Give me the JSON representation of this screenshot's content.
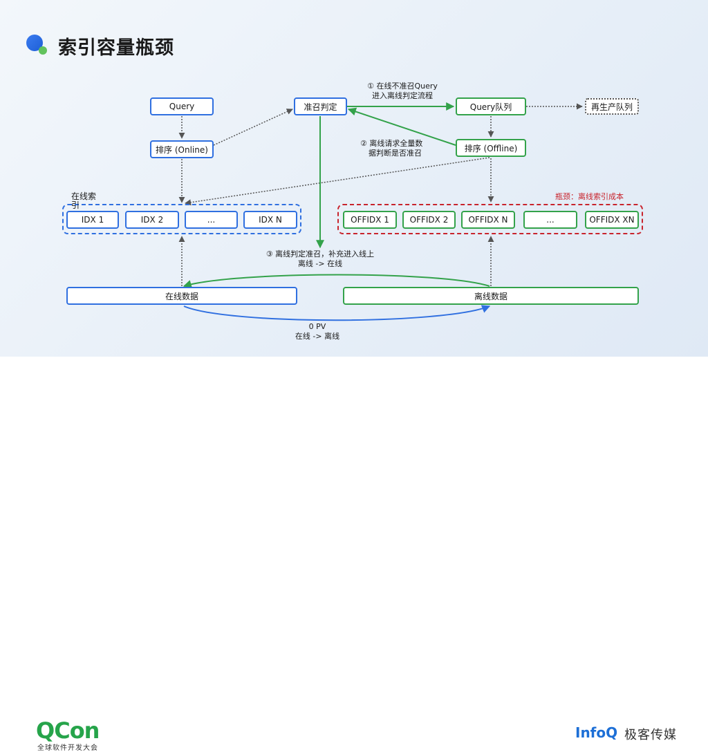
{
  "title": "索引容量瓶颈",
  "nodes": {
    "query": "Query",
    "rank_online": "排序 (Online)",
    "admit_judge": "准召判定",
    "query_queue": "Query队列",
    "reproduce_queue": "再生产队列",
    "rank_offline": "排序 (Offline)",
    "online_data": "在线数据",
    "offline_data": "离线数据"
  },
  "online_index": {
    "label": "在线索引",
    "items": [
      "IDX 1",
      "IDX 2",
      "...",
      "IDX N"
    ]
  },
  "offline_index": {
    "bottleneck_label": "瓶颈：离线索引成本",
    "items": [
      "OFFIDX 1",
      "OFFIDX 2",
      "OFFIDX N",
      "...",
      "OFFIDX XN"
    ]
  },
  "annotations": {
    "step1_line1": "① 在线不准召Query",
    "step1_line2": "进入离线判定流程",
    "step2_line1": "② 离线请求全量数",
    "step2_line2": "据判断是否准召",
    "step3_line1": "③ 离线判定准召，补充进入线上",
    "step3_line2": "离线 -> 在线",
    "pv_line1": "0 PV",
    "pv_line2": "在线 -> 离线"
  },
  "footer": {
    "qcon_logo": "QCon",
    "qcon_subtitle": "全球软件开发大会",
    "infoq_logo": "InfoQ",
    "infoq_cn": "极客传媒"
  },
  "colors": {
    "blue": "#2f6fe0",
    "green": "#33a24a",
    "red": "#c8232c",
    "dotted_gray": "#555555"
  }
}
